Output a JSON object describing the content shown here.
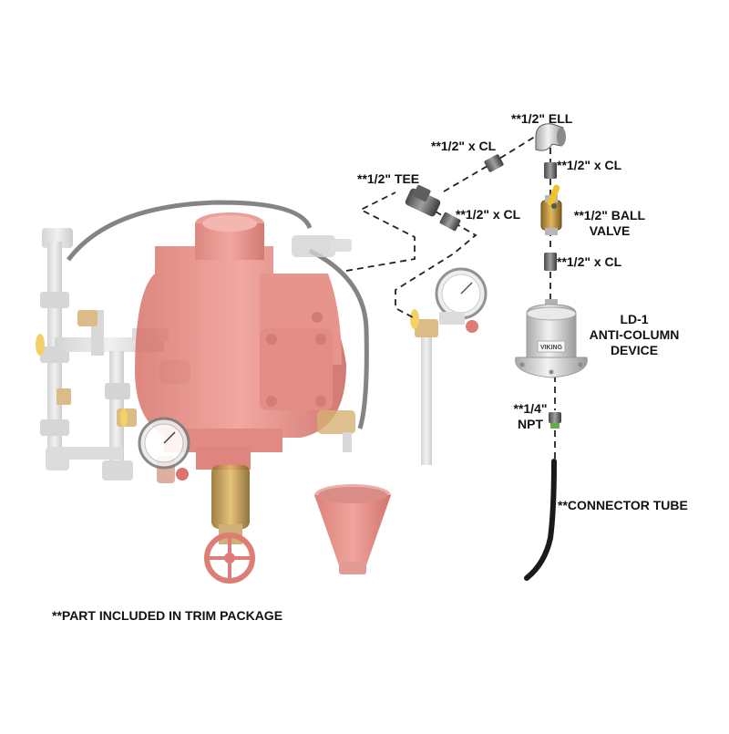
{
  "labels": {
    "ell": "**1/2\" ELL",
    "nipple_top_left": "**1/2\" x CL",
    "nipple_top_right": "**1/2\" x CL",
    "tee": "**1/2\" TEE",
    "nipple_mid": "**1/2\" x CL",
    "ball_valve_line1": "**1/2\" BALL",
    "ball_valve_line2": "VALVE",
    "nipple_lower": "**1/2\" x CL",
    "device_line1": "LD-1",
    "device_line2": "ANTI-COLUMN",
    "device_line3": "DEVICE",
    "npt_line1": "**1/4\"",
    "npt_line2": "NPT",
    "connector_tube": "**CONNECTOR TUBE",
    "footnote": "**PART INCLUDED IN TRIM PACKAGE"
  },
  "device_badge": "VIKING",
  "colors": {
    "valve_body": "#e8837a",
    "valve_shade": "#c9635b",
    "trim_gray": "#cfcfcf",
    "brass": "#c89b4a",
    "handle_yellow": "#f2c12e",
    "device_silver": "#d9d9d9",
    "tube_black": "#1a1a1a"
  }
}
